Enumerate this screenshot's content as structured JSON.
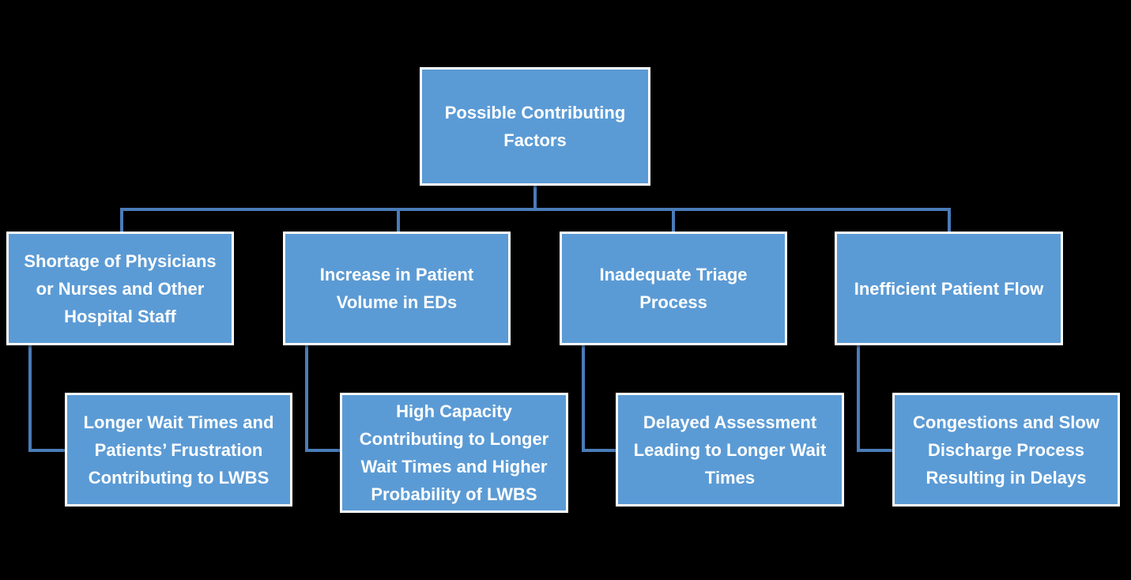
{
  "diagram": {
    "type": "hierarchy-flowchart",
    "background_color": "#000000",
    "colors": {
      "node_fill": "#5B9BD5",
      "node_border": "#FFFFFF",
      "node_text": "#FFFFFF",
      "connector": "#4A7CB8"
    },
    "root": {
      "label": "Possible Contributing Factors"
    },
    "branches": [
      {
        "factor": "Shortage of Physicians or Nurses and Other Hospital Staff",
        "consequence": "Longer Wait Times and Patients’ Frustration Contributing to LWBS"
      },
      {
        "factor": "Increase in Patient Volume in EDs",
        "consequence": "High Capacity Contributing to Longer Wait Times and Higher Probability of LWBS"
      },
      {
        "factor": "Inadequate Triage Process",
        "consequence": "Delayed Assessment Leading to Longer Wait Times"
      },
      {
        "factor": "Inefficient Patient Flow",
        "consequence": "Congestions and Slow Discharge Process Resulting in Delays"
      }
    ]
  }
}
